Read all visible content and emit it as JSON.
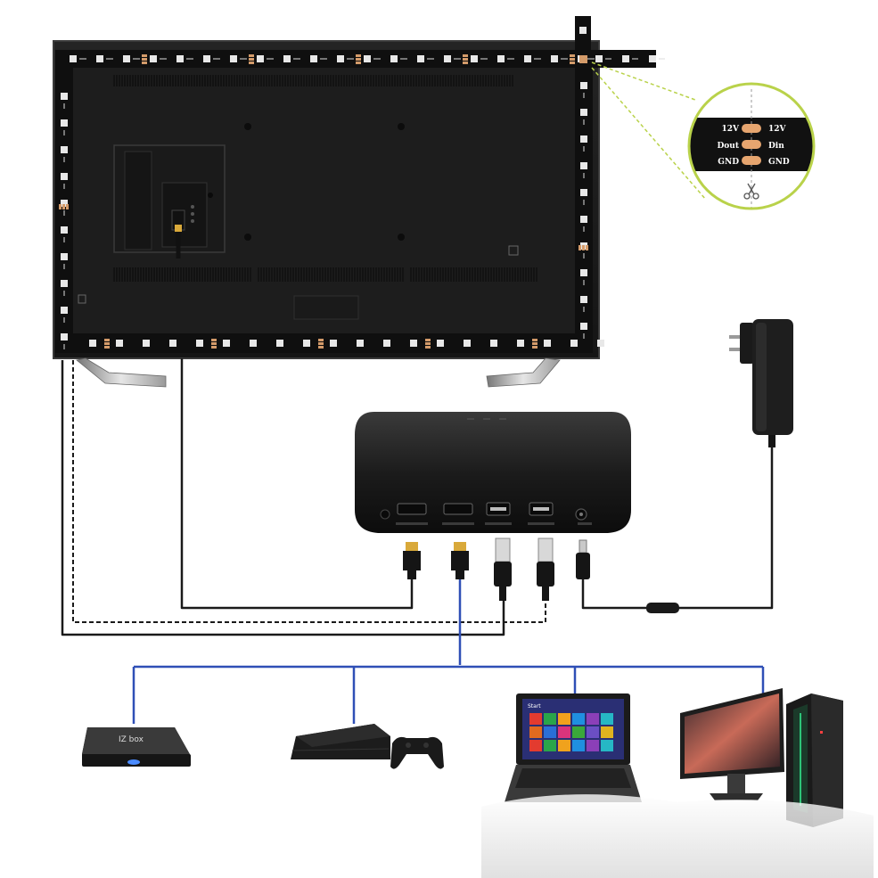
{
  "strip_zoom": {
    "pads_left": [
      "12V",
      "Dout",
      "GND"
    ],
    "pads_right": [
      "12V",
      "Din",
      "GND"
    ],
    "cut_icon": "scissors-icon"
  },
  "sync_box": {
    "ports": [
      "HDMI OUT",
      "HDMI IN",
      "USB",
      "USB",
      "DC"
    ],
    "port_icons": [
      "hdmi-port-icon",
      "hdmi-port-icon",
      "usb-port-icon",
      "usb-port-icon",
      "dc-jack-icon"
    ]
  },
  "sources": {
    "tv_box_brand": "IZ box",
    "devices": [
      "tv-box-icon",
      "game-console-icon",
      "laptop-icon",
      "desktop-pc-icon"
    ]
  },
  "laptop_screen": {
    "start_label": "Start"
  },
  "colors": {
    "hdmi_line": "#2f4fb6",
    "cable": "#1a1a1a",
    "zoom_accent": "#b9d24a",
    "pad_copper": "#e6a56f",
    "strip": "#111111"
  }
}
